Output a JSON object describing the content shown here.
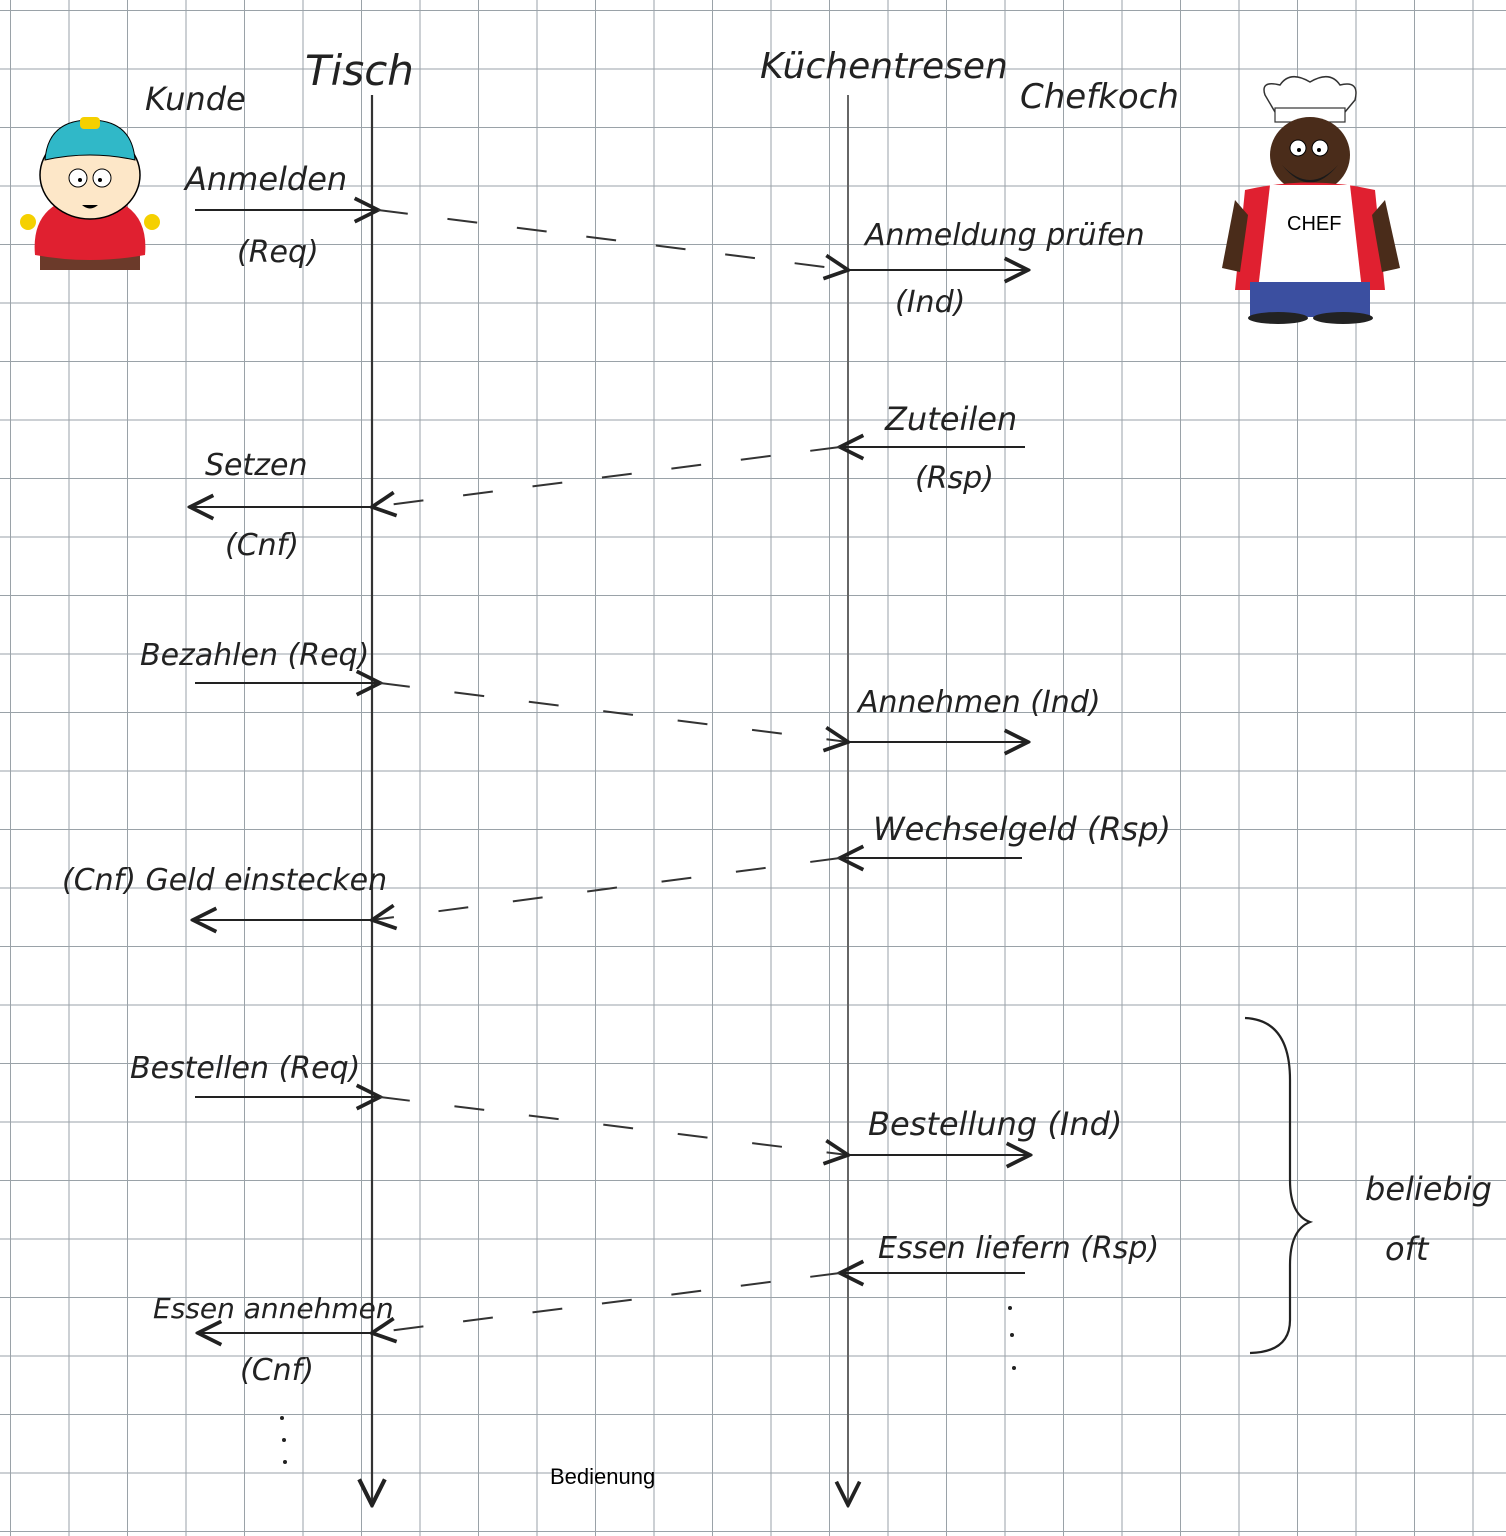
{
  "lifelines": {
    "tisch": "Tisch",
    "kuechentresen": "Küchentresen"
  },
  "actors": {
    "kunde": "Kunde",
    "chefkoch": "Chefkoch",
    "chef_apron": "CHEF"
  },
  "messages": {
    "anmelden": "Anmelden",
    "anmelden_req": "(Req)",
    "anmeldung_pruefen": "Anmeldung prüfen",
    "anmeldung_ind": "(Ind)",
    "zuteilen": "Zuteilen",
    "zuteilen_rsp": "(Rsp)",
    "setzen": "Setzen",
    "setzen_cnf": "(Cnf)",
    "bezahlen": "Bezahlen (Req)",
    "annehmen": "Annehmen (Ind)",
    "wechselgeld": "Wechselgeld (Rsp)",
    "geld_einstecken": "(Cnf) Geld einstecken",
    "bestellen": "Bestellen (Req)",
    "bestellung": "Bestellung (Ind)",
    "essen_liefern": "Essen liefern (Rsp)",
    "essen_annehmen": "Essen annehmen",
    "essen_annehmen_cnf": "(Cnf)"
  },
  "brace_note": {
    "line1": "beliebig",
    "line2": "oft"
  },
  "caption": "Bedienung"
}
